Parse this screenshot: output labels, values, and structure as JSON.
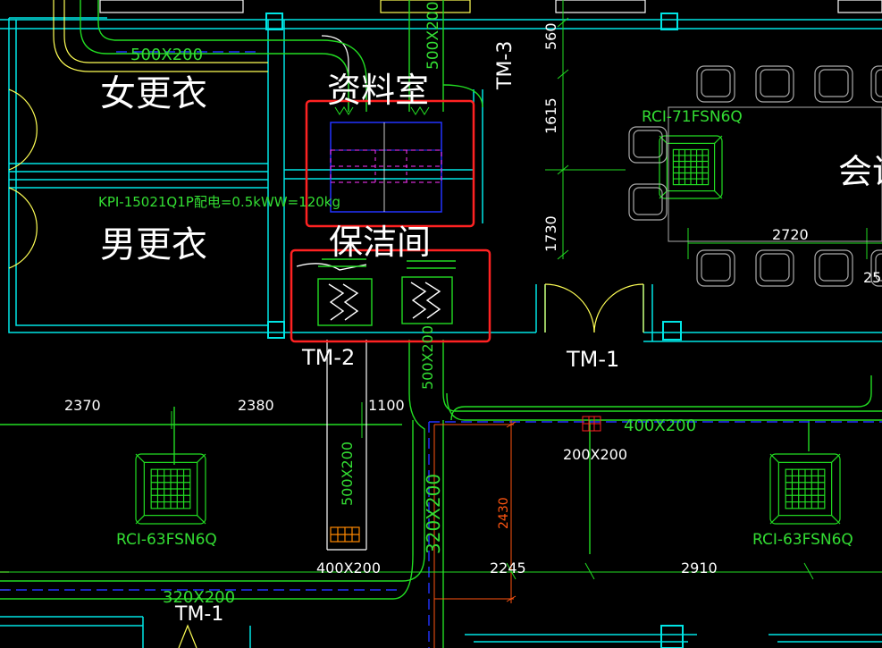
{
  "rooms": {
    "female_locker": "女更衣",
    "male_locker": "男更衣",
    "archive": "资料室",
    "cleaning": "保洁间",
    "meeting": "会议"
  },
  "tags": {
    "tm3": "TM-3",
    "tm2": "TM-2",
    "tm1": "TM-1",
    "tm1_bottom": "TM-1"
  },
  "equipment": {
    "ahu_note": "KPI-15021Q1P配电=0.5kWW=120kg",
    "unit_rci71": "RCI-71FSN6Q",
    "unit_rci63_left": "RCI-63FSN6Q",
    "unit_rci63_right": "RCI-63FSN6Q"
  },
  "ducts": {
    "top_horizontal": "500X200",
    "top_vertical": "500X200",
    "left_vertical": "500X200",
    "mid_vertical": "500X200",
    "right_horizontal": "400X200",
    "right_drop": "200X200",
    "bottom_riser": "400X200",
    "lower_vertical": "320X200",
    "bottom_horizontal": "320X200"
  },
  "dimensions": {
    "d560": "560",
    "d1615": "1615",
    "d1730": "1730",
    "d2720": "2720",
    "d25": "25",
    "d2370": "2370",
    "d2380": "2380",
    "d1100": "1100",
    "d2430": "2430",
    "d2245": "2245",
    "d2910": "2910"
  },
  "colors": {
    "background": "#000000",
    "wall": "#00e5e5",
    "duct_green": "#22dd22",
    "text_green": "#33dd33",
    "white": "#ffffff",
    "blue": "#2233ff",
    "magenta": "#ff33ff",
    "red_box": "#ff2222",
    "orange": "#ff5511",
    "yellow": "#ffff55",
    "chair_gray": "#aaaaaa"
  }
}
